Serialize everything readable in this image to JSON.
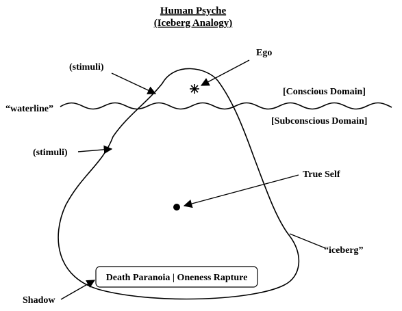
{
  "title": {
    "line1": "Human Psyche",
    "line2": "(Iceberg Analogy)"
  },
  "labels": {
    "ego": "Ego",
    "stimuli_top": "(stimuli)",
    "stimuli_left": "(stimuli)",
    "waterline": "“waterline”",
    "conscious_domain": "[Conscious Domain]",
    "subconscious_domain": "[Subconscious Domain]",
    "true_self": "True Self",
    "iceberg": "“iceberg”",
    "shadow": "Shadow",
    "shadow_box": "Death Paranoia | Oneness Rapture"
  }
}
